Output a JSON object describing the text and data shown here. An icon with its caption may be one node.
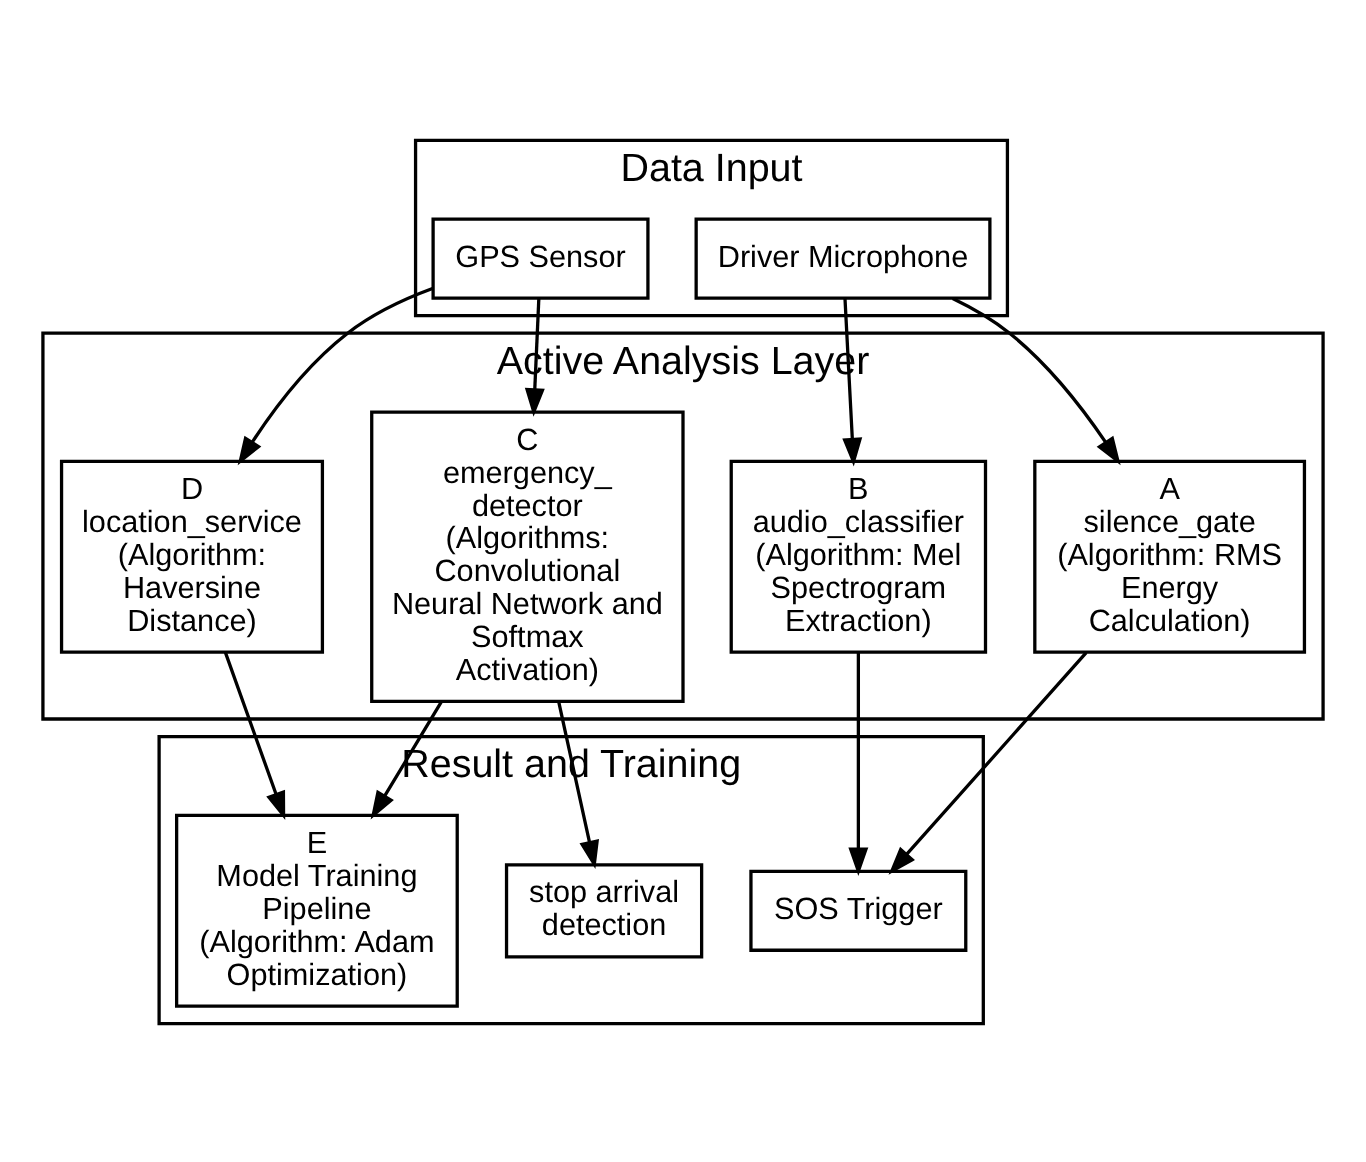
{
  "diagram": {
    "nodes": [
      {
        "text": [
          "Data Input"
        ]
      },
      {
        "text": [
          "Driver Microphone"
        ],
        "in": 0
      },
      {
        "text": [
          "GPS Sensor"
        ],
        "in": 0
      },
      {
        "text": [
          "Active Analysis Layer"
        ]
      },
      {
        "text": [
          "A",
          "silence_gate (Algorithm: RMS Energy Calculation)"
        ],
        "in": 3
      },
      {
        "text": [
          "B",
          "audio_classifier (Algorithm: Mel Spectrogram Extraction)"
        ],
        "in": 3
      },
      {
        "text": [
          "C",
          "emergency_ detector (Algorithms: Convolutional Neural Network and Softmax Activation)"
        ],
        "in": 3
      },
      {
        "text": [
          "D",
          "location_service (Algorithm: Haversine Distance)"
        ],
        "in": 3
      },
      {
        "text": [
          "Result and Training"
        ]
      },
      {
        "text": [
          "SOS Trigger"
        ],
        "in": 8
      },
      {
        "text": [
          "stop arrival detection"
        ],
        "in": 8
      },
      {
        "text": [
          "E",
          "Model Training Pipeline (Algorithm: Adam Optimization)"
        ],
        "in": 8
      }
    ],
    "edges": [
      {
        "from": 1,
        "to": 4,
        "arrow": "to"
      },
      {
        "from": 1,
        "to": 5,
        "arrow": "to"
      },
      {
        "from": 2,
        "to": 6,
        "arrow": "to"
      },
      {
        "from": 2,
        "to": 7,
        "arrow": "to"
      },
      {
        "from": 4,
        "to": 9,
        "arrow": "to"
      },
      {
        "from": 5,
        "to": 9,
        "arrow": "to"
      },
      {
        "from": 6,
        "to": 10,
        "arrow": "to"
      },
      {
        "from": 6,
        "to": 11,
        "arrow": "to"
      },
      {
        "from": 7,
        "to": 11,
        "arrow": "to"
      }
    ]
  }
}
